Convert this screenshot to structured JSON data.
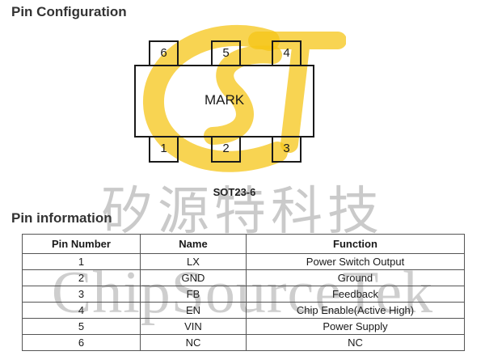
{
  "headings": {
    "pin_configuration": "Pin Configuration",
    "pin_information": "Pin information"
  },
  "package": {
    "mark_label": "MARK",
    "name": "SOT23-6",
    "top_pins": [
      "6",
      "5",
      "4"
    ],
    "bottom_pins": [
      "1",
      "2",
      "3"
    ]
  },
  "watermark": {
    "chinese_text": "矽源特科技",
    "english_text": "ChipSourceTek",
    "logo_letters": "CST",
    "logo_color": "#f5c518"
  },
  "table": {
    "headers": [
      "Pin Number",
      "Name",
      "Function"
    ],
    "rows": [
      {
        "number": "1",
        "name": "LX",
        "function": "Power Switch Output"
      },
      {
        "number": "2",
        "name": "GND",
        "function": "Ground"
      },
      {
        "number": "3",
        "name": "FB",
        "function": "Feedback"
      },
      {
        "number": "4",
        "name": "EN",
        "function": "Chip Enable(Active High)"
      },
      {
        "number": "5",
        "name": "VIN",
        "function": "Power Supply"
      },
      {
        "number": "6",
        "name": "NC",
        "function": "NC"
      }
    ]
  }
}
